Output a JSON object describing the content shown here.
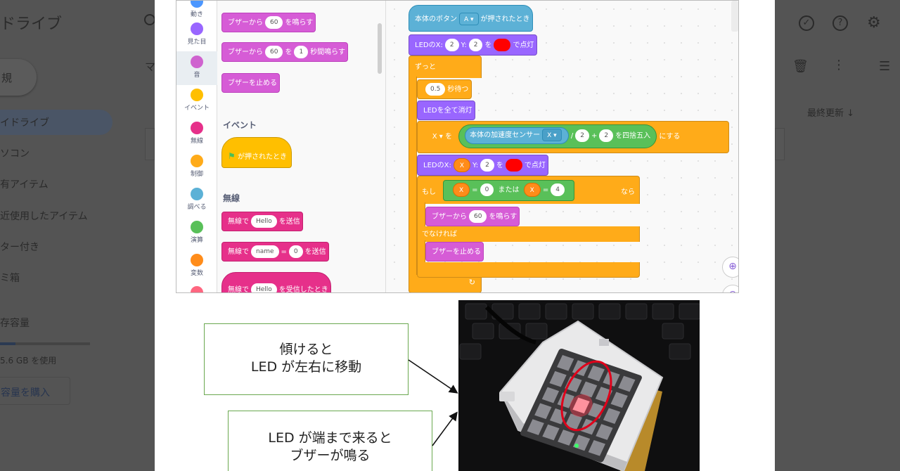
{
  "drive": {
    "app_title": "ドライブ",
    "new_button": "規",
    "nav": [
      {
        "label": "イドライブ",
        "active": true
      },
      {
        "label": "ソコン"
      },
      {
        "label": "有アイテム"
      },
      {
        "label": "近使用したアイテム"
      },
      {
        "label": "ター付き"
      },
      {
        "label": "ミ箱"
      },
      {
        "label": "存容量"
      }
    ],
    "storage_used": "5.6 GB を使用",
    "buy_storage": "容量を購入",
    "sort_label": "最終更新",
    "m_char": "マ"
  },
  "palette": {
    "categories": [
      {
        "label": "動き",
        "color": "#4c97ff"
      },
      {
        "label": "見た目",
        "color": "#9966ff"
      },
      {
        "label": "音",
        "color": "#cf63cf",
        "selected": true
      },
      {
        "label": "イベント",
        "color": "#ffbf00"
      },
      {
        "label": "無線",
        "color": "#e6308a"
      },
      {
        "label": "制御",
        "color": "#ffab19"
      },
      {
        "label": "調べる",
        "color": "#5cb1d6"
      },
      {
        "label": "演算",
        "color": "#59c059"
      },
      {
        "label": "変数",
        "color": "#ff8c1a"
      }
    ],
    "sound_blocks": {
      "buzz_play": {
        "pre": "ブザーから",
        "value": "60",
        "post": "を鳴らす"
      },
      "buzz_play_secs": {
        "pre": "ブザーから",
        "value": "60",
        "mid": "を",
        "secs": "1",
        "post": "秒間鳴らす"
      },
      "buzz_stop": "ブザーを止める"
    },
    "event_header": "イベント",
    "event_flag_block": "が押されたとき",
    "wireless_header": "無線",
    "wireless_blocks": {
      "send": {
        "pre": "無線で",
        "value": "Hello",
        "post": "を送信"
      },
      "send_kv": {
        "pre": "無線で",
        "name": "name",
        "eq": "=",
        "value": "0",
        "post": "を送信"
      },
      "receive": {
        "pre": "無線で",
        "value": "Hello",
        "post": "を受信したとき"
      }
    }
  },
  "script": {
    "hat": {
      "pre": "本体のボタン",
      "button": "A ▾",
      "post": "が押されたとき"
    },
    "led_on_1": {
      "pre": "LEDのX:",
      "x": "2",
      "ylabel": "Y:",
      "y": "2",
      "wo": "を",
      "post": "で点灯"
    },
    "forever": "ずっと",
    "wait": {
      "value": "0.5",
      "post": "秒待つ"
    },
    "led_off": "LEDを全て消灯",
    "set_var": {
      "var": "X ▾",
      "wo": "を",
      "sensor": "本体の加速度センサー",
      "axis": "X ▾",
      "op1": "/",
      "v1": "2",
      "op2": "+",
      "v2": "2",
      "round": "を四捨五入",
      "post": "にする"
    },
    "led_on_2": {
      "pre": "LEDのX:",
      "x": "X",
      "ylabel": "Y:",
      "y": "2",
      "wo": "を",
      "post": "で点灯"
    },
    "if_block": {
      "pre": "もし",
      "var1": "X",
      "eq1": "=",
      "v1": "0",
      "or": "または",
      "var2": "X",
      "eq2": "=",
      "v2": "4",
      "post": "なら"
    },
    "then_play": {
      "pre": "ブザーから",
      "value": "60",
      "post": "を鳴らす"
    },
    "else_label": "でなければ",
    "else_stop": "ブザーを止める",
    "loop_arrow": "↻"
  },
  "callouts": {
    "tilt": [
      "傾けると",
      "LED が左右に移動"
    ],
    "edge": [
      "LED が端まで来ると",
      "ブザーが鳴る"
    ]
  },
  "colors": {
    "accent_green": "#6aa84f",
    "highlight_red": "#e0001a"
  }
}
